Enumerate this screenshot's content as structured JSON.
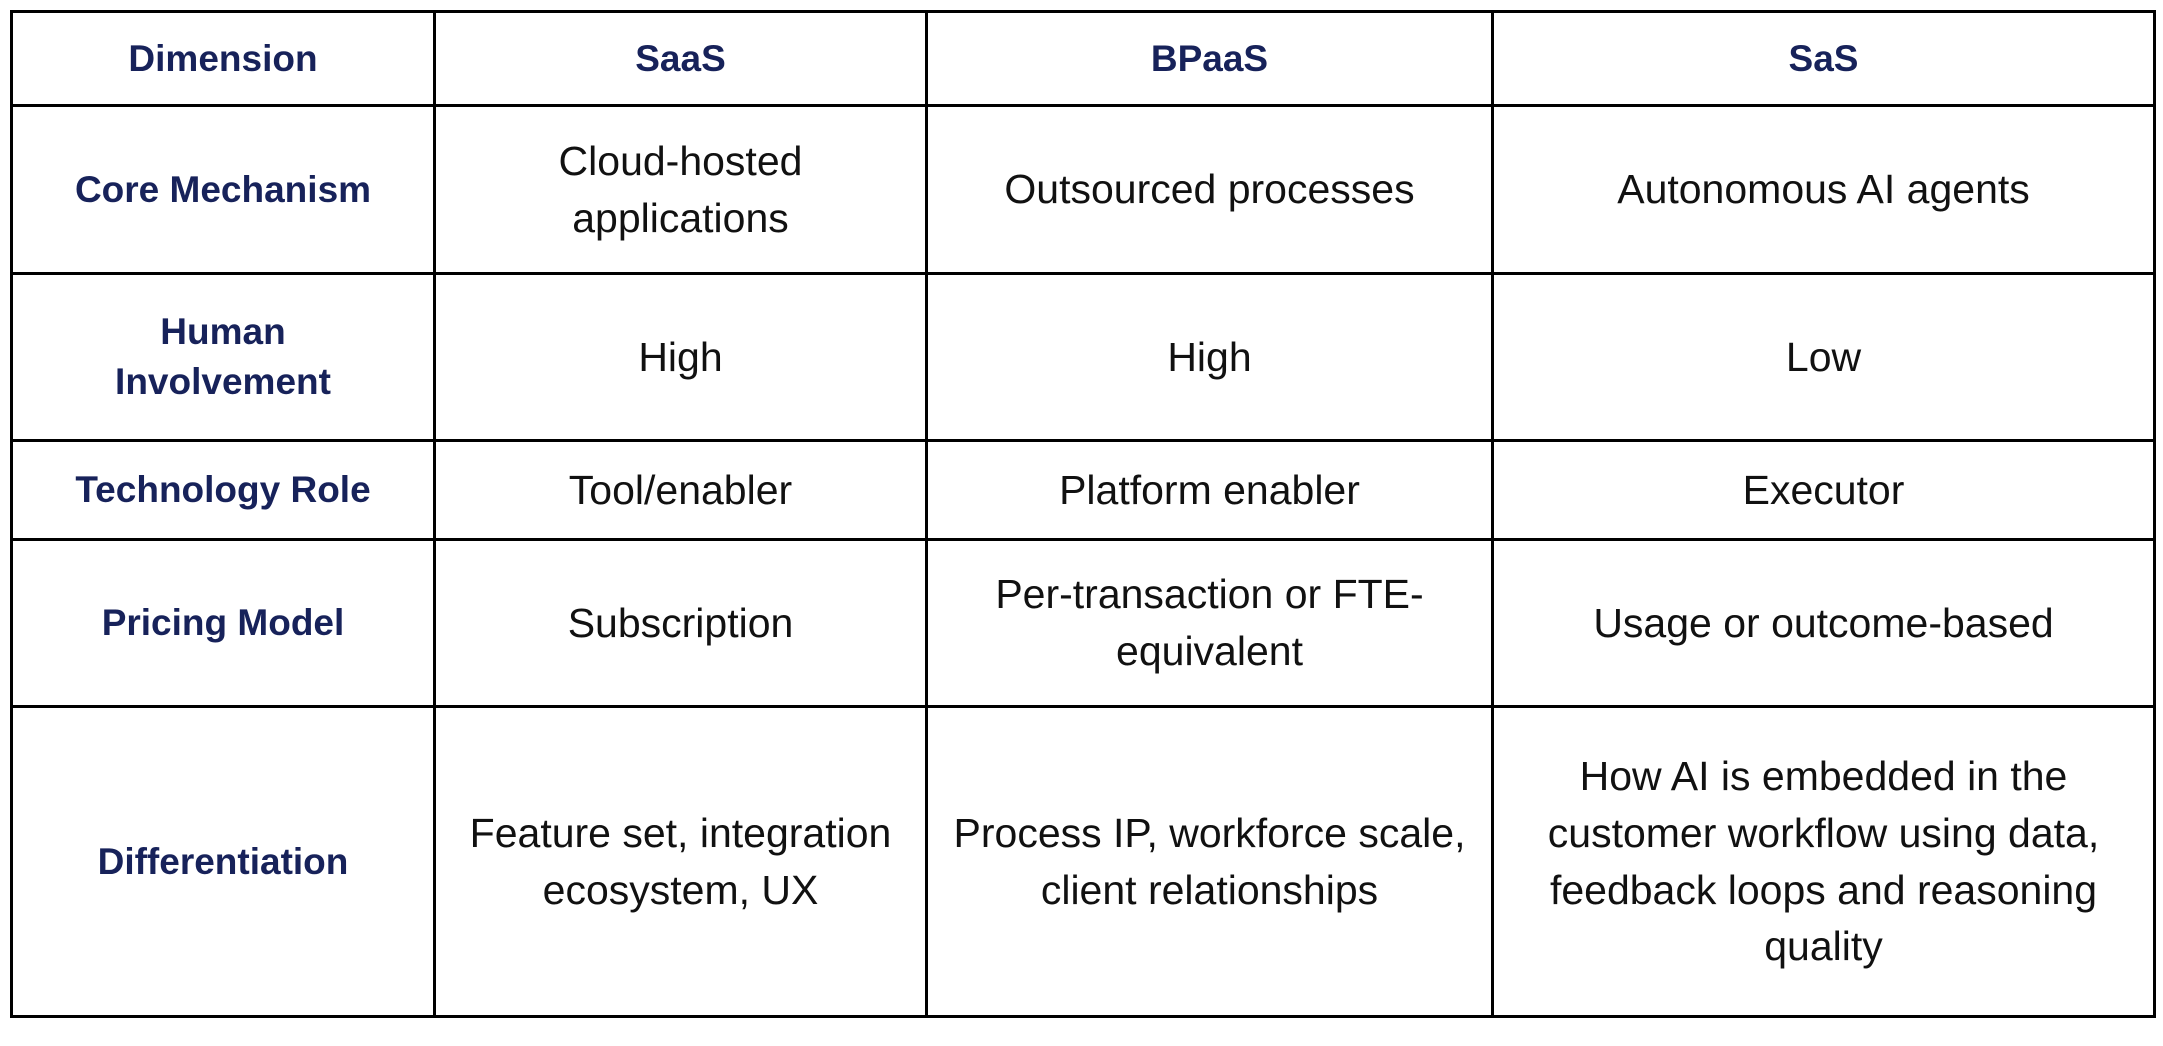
{
  "table": {
    "header": [
      "Dimension",
      "SaaS",
      "BPaaS",
      "SaS"
    ],
    "rows": [
      {
        "cells": [
          "Core Mechanism",
          "Cloud-hosted applications",
          "Outsourced processes",
          "Autonomous AI agents"
        ]
      },
      {
        "cells": [
          "Human Involvement",
          "High",
          "High",
          "Low"
        ]
      },
      {
        "cells": [
          "Technology Role",
          "Tool/enabler",
          "Platform enabler",
          "Executor"
        ]
      },
      {
        "cells": [
          "Pricing Model",
          "Subscription",
          "Per-transaction or FTE-equivalent",
          "Usage or outcome-based"
        ]
      },
      {
        "cells": [
          "Differentiation",
          "Feature set, integration ecosystem, UX",
          "Process IP, workforce scale, client relationships",
          "How AI is embedded in the customer workflow using data, feedback loops and reasoning quality"
        ]
      }
    ],
    "colors": {
      "header_text": "#17225a",
      "body_text": "#111111",
      "border": "#000000",
      "background": "#ffffff"
    }
  }
}
